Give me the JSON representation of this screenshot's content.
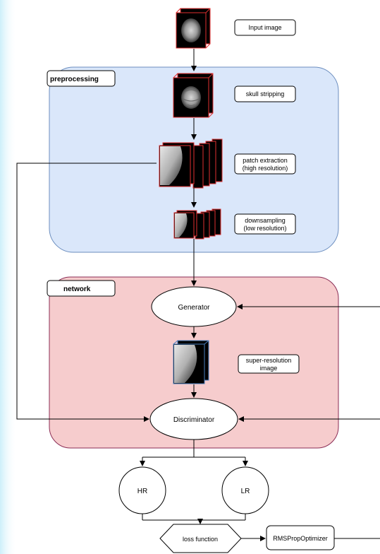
{
  "sections": {
    "preprocessing": "preprocessing",
    "network": "network"
  },
  "labels": {
    "input_image": "Input image",
    "skull_stripping": "skull stripping",
    "patch_extraction_1": "patch extraction",
    "patch_extraction_2": "(high resolution)",
    "downsampling_1": "downsampling",
    "downsampling_2": "(low resolution)",
    "sr_image_1": "super-resolution",
    "sr_image_2": "image"
  },
  "nodes": {
    "generator": "Generator",
    "discriminator": "Discriminator",
    "hr": "HR",
    "lr": "LR",
    "loss_function": "loss function",
    "optimizer": "RMSPropOptimizer"
  },
  "colors": {
    "preprocessing_fill": "#dae7fa",
    "preprocessing_border": "#6c8ebf",
    "network_fill": "#f6cccd",
    "network_border": "#8b2d55",
    "image_frame": "#e03030",
    "sr_frame": "#4a7fc0",
    "left_gradient": "#d6f2fb"
  }
}
